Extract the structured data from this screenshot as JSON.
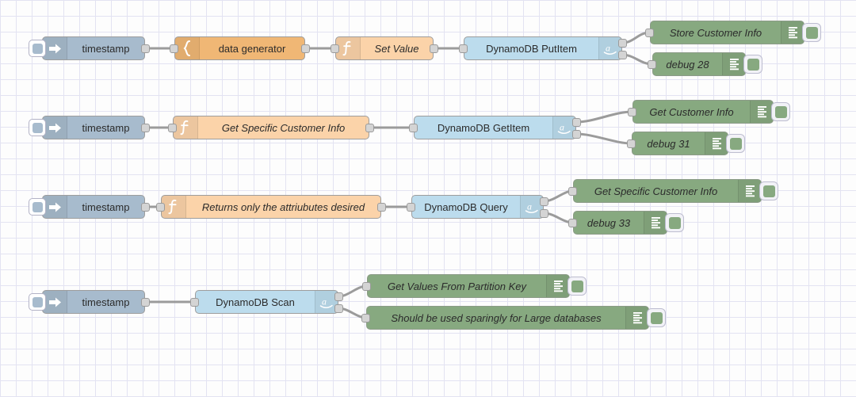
{
  "app": {
    "name": "Node-RED flow editor canvas",
    "grid_size": 20,
    "canvas_bg": "#fdfdfd",
    "grid_color": "#e3e3f2"
  },
  "palette": {
    "inject": "#a7bbcd",
    "template": "#f0b775",
    "function": "#fbd3a9",
    "dynamodb": "#bcdced",
    "debug": "#87a980",
    "wire": "#9b9b9b",
    "port": "#d4d4d4"
  },
  "icons": {
    "inject": "arrow-right-icon",
    "template": "curly-brace-icon",
    "function": "function-f-icon",
    "dynamodb": "amazon-a-icon",
    "debug": "debug-lines-icon"
  },
  "flows": [
    {
      "id": "flow-putitem",
      "nodes": [
        {
          "id": "inject-1",
          "type": "inject",
          "label": "timestamp"
        },
        {
          "id": "template-1",
          "type": "template",
          "label": "data generator"
        },
        {
          "id": "function-1",
          "type": "function",
          "label": "Set Value"
        },
        {
          "id": "dynamo-1",
          "type": "dynamodb",
          "label": "DynamoDB PutItem"
        },
        {
          "id": "debug-1",
          "type": "debug",
          "label": "Store Customer Info"
        },
        {
          "id": "debug-2",
          "type": "debug",
          "label": "debug 28"
        }
      ]
    },
    {
      "id": "flow-getitem",
      "nodes": [
        {
          "id": "inject-2",
          "type": "inject",
          "label": "timestamp"
        },
        {
          "id": "function-2",
          "type": "function",
          "label": "Get Specific Customer Info"
        },
        {
          "id": "dynamo-2",
          "type": "dynamodb",
          "label": "DynamoDB GetItem"
        },
        {
          "id": "debug-3",
          "type": "debug",
          "label": "Get Customer Info"
        },
        {
          "id": "debug-4",
          "type": "debug",
          "label": "debug 31"
        }
      ]
    },
    {
      "id": "flow-query",
      "nodes": [
        {
          "id": "inject-3",
          "type": "inject",
          "label": "timestamp"
        },
        {
          "id": "function-3",
          "type": "function",
          "label": "Returns only the attriubutes desired"
        },
        {
          "id": "dynamo-3",
          "type": "dynamodb",
          "label": "DynamoDB Query"
        },
        {
          "id": "debug-5",
          "type": "debug",
          "label": "Get Specific Customer Info"
        },
        {
          "id": "debug-6",
          "type": "debug",
          "label": "debug 33"
        }
      ]
    },
    {
      "id": "flow-scan",
      "nodes": [
        {
          "id": "inject-4",
          "type": "inject",
          "label": "timestamp"
        },
        {
          "id": "dynamo-4",
          "type": "dynamodb",
          "label": "DynamoDB Scan"
        },
        {
          "id": "debug-7",
          "type": "debug",
          "label": "Get Values From Partition Key"
        },
        {
          "id": "debug-8",
          "type": "debug",
          "label": "Should be used sparingly for Large databases"
        }
      ]
    }
  ],
  "labels": {
    "inject_1": "timestamp",
    "template_1": "data generator",
    "function_1": "Set Value",
    "dynamo_1": "DynamoDB PutItem",
    "debug_1": "Store Customer Info",
    "debug_2": "debug 28",
    "inject_2": "timestamp",
    "function_2": "Get Specific Customer Info",
    "dynamo_2": "DynamoDB GetItem",
    "debug_3": "Get Customer Info",
    "debug_4": "debug 31",
    "inject_3": "timestamp",
    "function_3": "Returns only the attriubutes desired",
    "dynamo_3": "DynamoDB Query",
    "debug_5": "Get Specific Customer Info",
    "debug_6": "debug 33",
    "inject_4": "timestamp",
    "dynamo_4": "DynamoDB Scan",
    "debug_7": "Get Values From Partition Key",
    "debug_8": "Should be used sparingly for Large databases"
  }
}
